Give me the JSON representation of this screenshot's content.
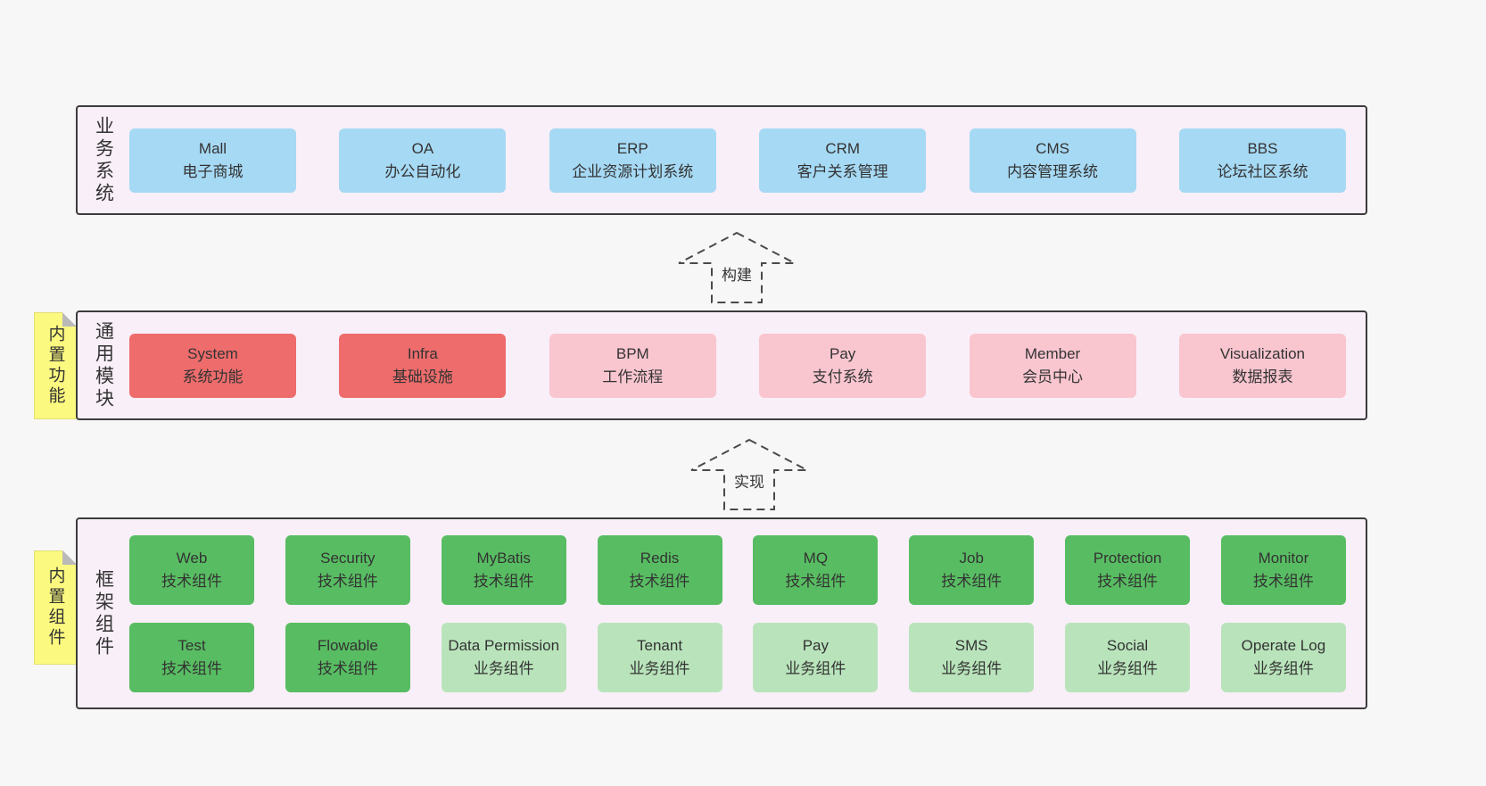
{
  "colors": {
    "page_bg": "#f7f7f7",
    "panel_bg": "#f9eff8",
    "panel_border": "#3c3c3c",
    "blue_box": "#a6d9f4",
    "red_box": "#ee6c6c",
    "pink_box": "#f9c6d0",
    "green_box": "#58bd62",
    "green_light_box": "#b9e4bb",
    "sticky_yellow": "#fbf97f",
    "text": "#333333"
  },
  "arrows": [
    {
      "label": "构建"
    },
    {
      "label": "实现"
    }
  ],
  "sections": {
    "business": {
      "label": "业务系统",
      "boxes": [
        {
          "title": "Mall",
          "subtitle": "电子商城",
          "variant": "blue"
        },
        {
          "title": "OA",
          "subtitle": "办公自动化",
          "variant": "blue"
        },
        {
          "title": "ERP",
          "subtitle": "企业资源计划系统",
          "variant": "blue"
        },
        {
          "title": "CRM",
          "subtitle": "客户关系管理",
          "variant": "blue"
        },
        {
          "title": "CMS",
          "subtitle": "内容管理系统",
          "variant": "blue"
        },
        {
          "title": "BBS",
          "subtitle": "论坛社区系统",
          "variant": "blue"
        }
      ]
    },
    "modules": {
      "label": "通用模块",
      "sticky": "内置功能",
      "boxes": [
        {
          "title": "System",
          "subtitle": "系统功能",
          "variant": "red"
        },
        {
          "title": "Infra",
          "subtitle": "基础设施",
          "variant": "red"
        },
        {
          "title": "BPM",
          "subtitle": "工作流程",
          "variant": "pink"
        },
        {
          "title": "Pay",
          "subtitle": "支付系统",
          "variant": "pink"
        },
        {
          "title": "Member",
          "subtitle": "会员中心",
          "variant": "pink"
        },
        {
          "title": "Visualization",
          "subtitle": "数据报表",
          "variant": "pink"
        }
      ]
    },
    "components": {
      "label": "框架组件",
      "sticky": "内置组件",
      "rows": [
        [
          {
            "title": "Web",
            "subtitle": "技术组件",
            "variant": "green"
          },
          {
            "title": "Security",
            "subtitle": "技术组件",
            "variant": "green"
          },
          {
            "title": "MyBatis",
            "subtitle": "技术组件",
            "variant": "green"
          },
          {
            "title": "Redis",
            "subtitle": "技术组件",
            "variant": "green"
          },
          {
            "title": "MQ",
            "subtitle": "技术组件",
            "variant": "green"
          },
          {
            "title": "Job",
            "subtitle": "技术组件",
            "variant": "green"
          },
          {
            "title": "Protection",
            "subtitle": "技术组件",
            "variant": "green"
          },
          {
            "title": "Monitor",
            "subtitle": "技术组件",
            "variant": "green"
          }
        ],
        [
          {
            "title": "Test",
            "subtitle": "技术组件",
            "variant": "green"
          },
          {
            "title": "Flowable",
            "subtitle": "技术组件",
            "variant": "green"
          },
          {
            "title": "Data Permission",
            "subtitle": "业务组件",
            "variant": "green-light"
          },
          {
            "title": "Tenant",
            "subtitle": "业务组件",
            "variant": "green-light"
          },
          {
            "title": "Pay",
            "subtitle": "业务组件",
            "variant": "green-light"
          },
          {
            "title": "SMS",
            "subtitle": "业务组件",
            "variant": "green-light"
          },
          {
            "title": "Social",
            "subtitle": "业务组件",
            "variant": "green-light"
          },
          {
            "title": "Operate Log",
            "subtitle": "业务组件",
            "variant": "green-light"
          }
        ]
      ]
    }
  }
}
